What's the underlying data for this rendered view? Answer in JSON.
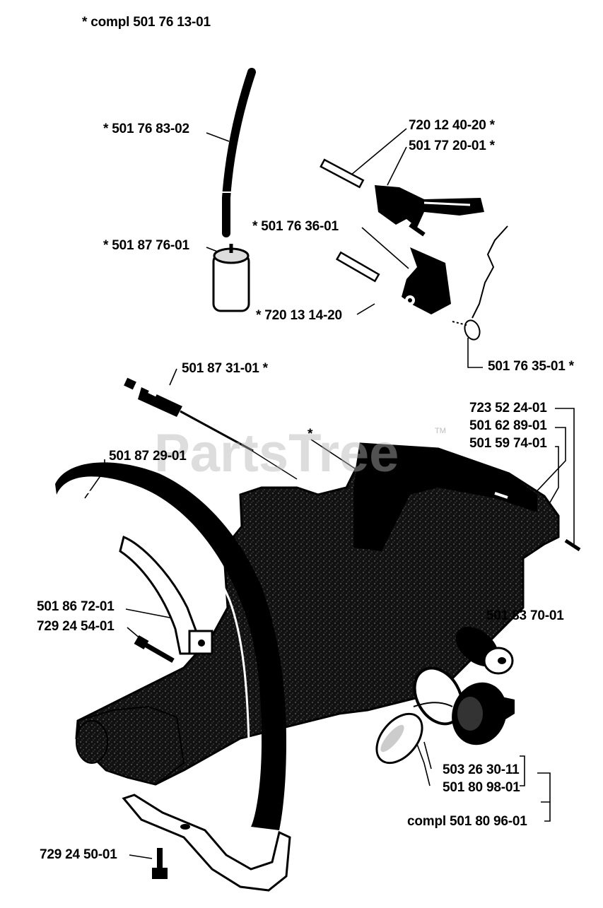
{
  "labels": {
    "compl_main": "*  compl 501 76 13-01",
    "fuel_hose": "*  501 76 83-02",
    "fuel_filter": "*  501 87 76-01",
    "p_720_12_40_20": "720 12 40-20  *",
    "p_501_77_20_01": "501 77 20-01  *",
    "p_501_76_36_01": "*  501 76 36-01",
    "p_720_13_14_20": "*  720 13 14-20",
    "p_501_76_35_01": "501 76 35-01  *",
    "p_501_87_31_01": "501 87 31-01  *",
    "tank_star": "*",
    "p_723_52_24_01": "723 52 24-01",
    "p_501_62_89_01": "501 62 89-01",
    "p_501_59_74_01": "501 59 74-01",
    "p_501_87_29_01": "501 87 29-01",
    "p_501_86_72_01": "501 86 72-01",
    "p_729_24_54_01": "729 24 54-01",
    "p_501_83_70_01": "501 83 70-01",
    "p_503_26_30_11": "503 26 30-11",
    "p_501_80_98_01": "501 80 98-01",
    "compl_cap": "compl 501 80 96-01",
    "p_729_24_50_01": "729 24 50-01"
  },
  "watermark": {
    "text": "PartsTree",
    "trademark": "TM"
  },
  "colors": {
    "ink": "#000000",
    "paper": "#ffffff",
    "watermark": "#b4b4b4"
  }
}
